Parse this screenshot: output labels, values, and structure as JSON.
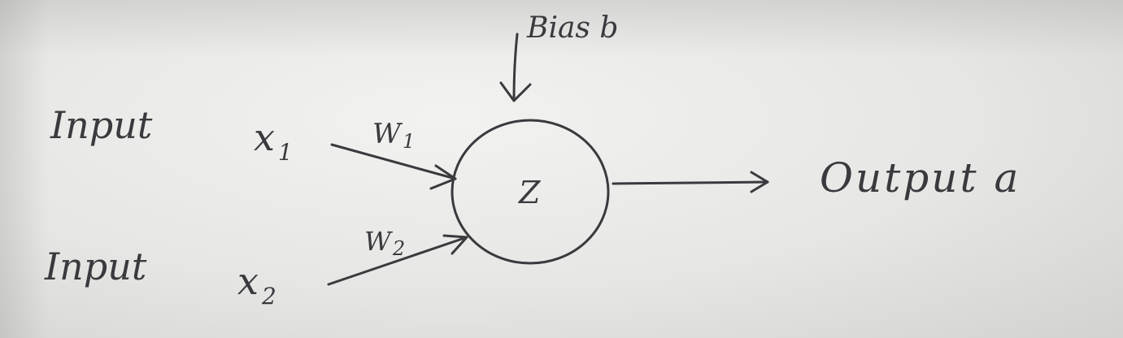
{
  "bias": {
    "label": "Bias b"
  },
  "inputs": [
    {
      "label": "Input",
      "var": "x",
      "sub": "1",
      "weight": "W",
      "weight_sub": "1"
    },
    {
      "label": "Input",
      "var": "x",
      "sub": "2",
      "weight": "W",
      "weight_sub": "2"
    }
  ],
  "neuron": {
    "label": "Z"
  },
  "output": {
    "label": "Output a"
  },
  "colors": {
    "ink": "#3a3a3e",
    "paper": "#e9e9e7"
  }
}
